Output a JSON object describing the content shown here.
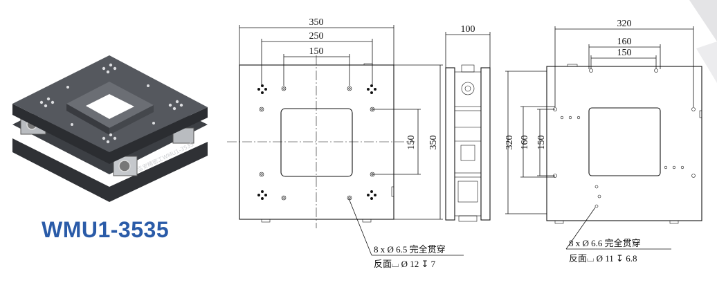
{
  "model": {
    "name": "WMU1-3535"
  },
  "render": {
    "engraving": "孟安精密工WMU1-3535"
  },
  "front_view": {
    "dims": {
      "top_overall": "350",
      "top_middle": "250",
      "top_inner": "150",
      "right_height": "350",
      "inner_height": "150"
    },
    "note": {
      "line1": "8 x  Ø  6.5 完全贯穿",
      "line2": "反面⌴  Ø  12 ↧ 7"
    }
  },
  "side_view": {
    "dims": {
      "width": "100"
    }
  },
  "back_view": {
    "dims": {
      "top_overall": "320",
      "top_middle": "160",
      "top_inner": "150",
      "left_height": "320",
      "left_middle": "160",
      "left_inner": "150"
    },
    "note": {
      "line1": "8 x  Ø  6.6 完全贯穿",
      "line2": "反面⌴  Ø  11 ↧ 6.8"
    }
  },
  "colors": {
    "accent": "#2a5ba8",
    "line": "#111111",
    "plate": "#4a4d52",
    "plate_side": "#2f3135"
  }
}
